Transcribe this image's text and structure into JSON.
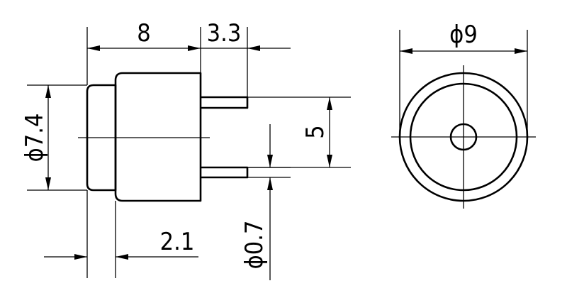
{
  "dimensions": {
    "body_length": "8",
    "lead_length": "3.3",
    "outer_diameter": "ϕ9",
    "body_diameter": "ϕ7.4",
    "lead_spacing": "5",
    "cap_length": "2.1",
    "lead_diameter": "ϕ0.7"
  }
}
